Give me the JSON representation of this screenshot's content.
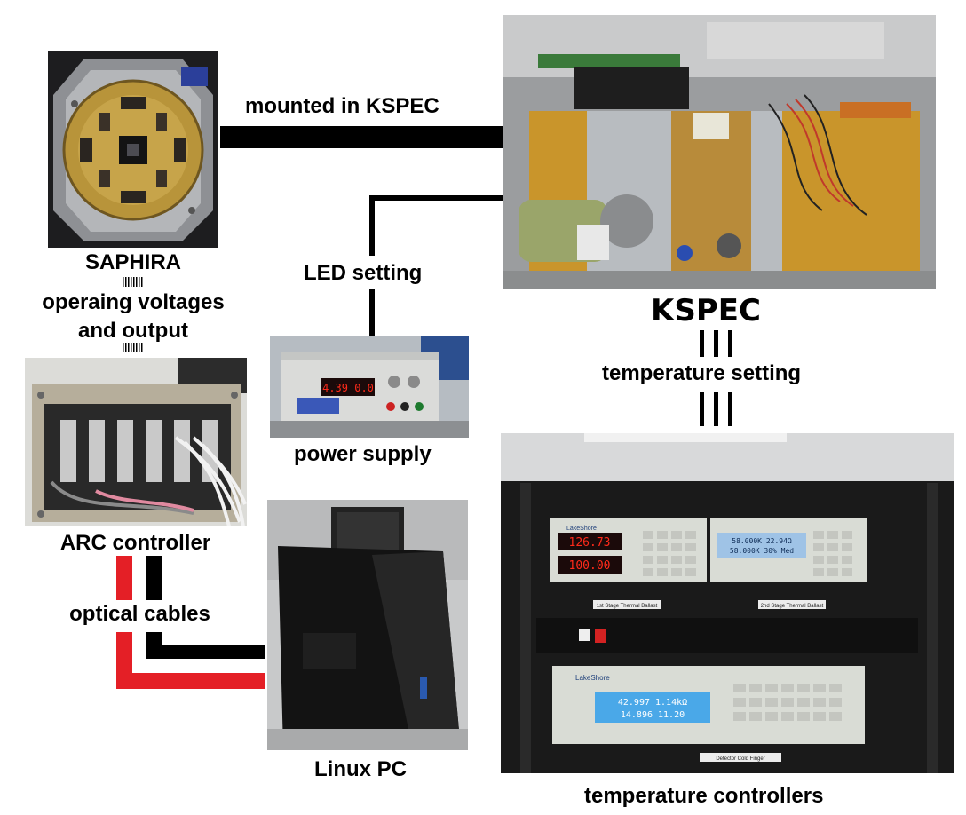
{
  "diagram": {
    "labels": {
      "saphira": "SAPHIRA",
      "operating_voltages": "operaing voltages\nand output",
      "arc_controller": "ARC controller",
      "optical_cables": "optical cables",
      "mounted_in_kspec": "mounted in KSPEC",
      "led_setting": "LED setting",
      "power_supply": "power supply",
      "linux_pc": "Linux PC",
      "kspec": "KSPEC",
      "temperature_setting": "temperature setting",
      "temperature_controllers": "temperature controllers"
    },
    "instrument_text": {
      "psu_display": "4.39  0.0",
      "tc1_display_top": "126.73",
      "tc1_display_bottom": "100.00",
      "tc1_brand": "LakeShore",
      "tc1_caption": "1st Stage  Thermal Ballast",
      "tc2_display_top": "58.000K  22.94Ω",
      "tc2_display_bottom": "58.000K  30% Med",
      "tc2_caption": "2nd Stage  Thermal Ballast",
      "tc3_brand": "LakeShore",
      "tc3_display_top": "42.997  1.14kΩ",
      "tc3_display_bottom": "14.896  11.20",
      "tc3_caption": "Detector Cold Finger"
    },
    "colors": {
      "connector_black": "#000000",
      "connector_red": "#e41f26",
      "kspec_gold": "#c9952b",
      "saphira_gold": "#b8943a",
      "display_red": "#ff2a1a",
      "display_blue": "#4aa8e8"
    }
  }
}
